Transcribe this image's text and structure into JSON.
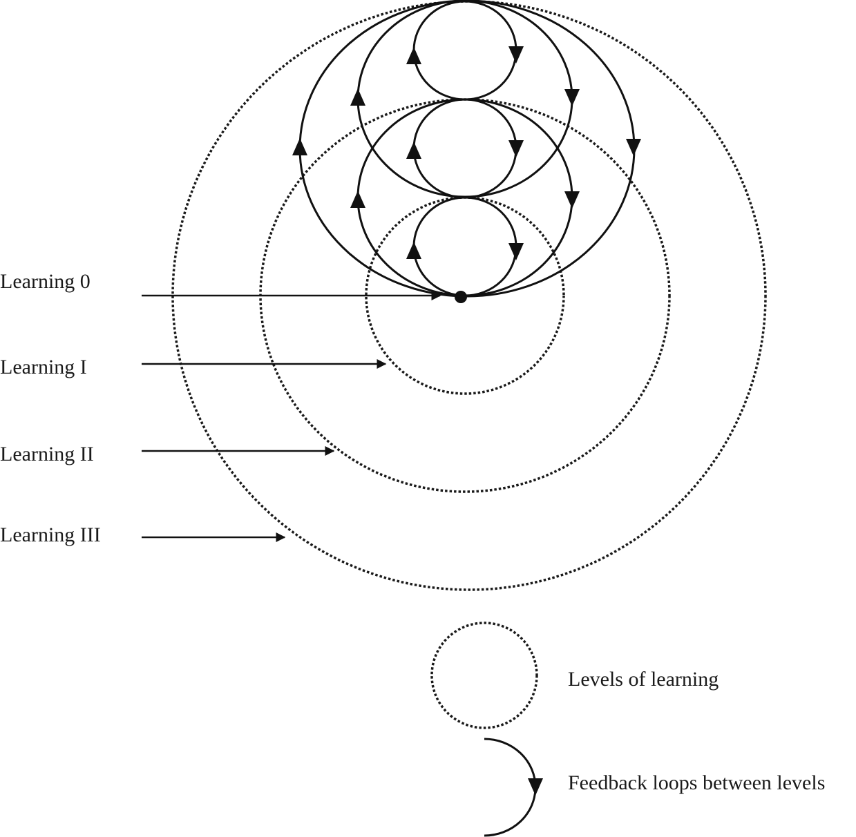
{
  "levels": [
    {
      "label": "Learning 0"
    },
    {
      "label": "Learning I"
    },
    {
      "label": "Learning II"
    },
    {
      "label": "Learning III"
    }
  ],
  "legend": {
    "levels_label": "Levels of learning",
    "feedback_label": "Feedback loops between levels"
  }
}
